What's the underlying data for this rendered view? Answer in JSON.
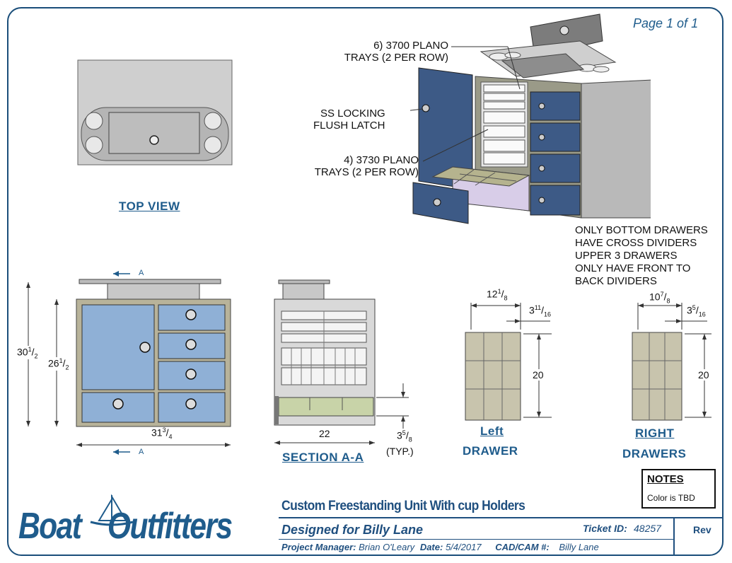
{
  "page": {
    "page_label": "Page 1 of 1"
  },
  "views": {
    "top_view": "TOP VIEW",
    "section": "SECTION A-A",
    "left_drawer_1": "Left",
    "left_drawer_2": "DRAWER",
    "right_drawer_1": "RIGHT",
    "right_drawer_2": "DRAWERS",
    "section_marker": "A"
  },
  "callouts": {
    "trays_3700_l1": "6) 3700 PLANO",
    "trays_3700_l2": "TRAYS (2 PER ROW)",
    "latch_l1": "SS LOCKING",
    "latch_l2": "FLUSH LATCH",
    "trays_3730_l1": "4) 3730 PLANO",
    "trays_3730_l2": "TRAYS (2 PER ROW)",
    "dividers_note": [
      "ONLY BOTTOM DRAWERS",
      "HAVE CROSS DIVIDERS",
      "UPPER 3 DRAWERS",
      "ONLY HAVE FRONT TO",
      "BACK DIVIDERS"
    ]
  },
  "dimensions": {
    "overall_height": {
      "whole": "30",
      "num": "1",
      "den": "2"
    },
    "body_height": {
      "whole": "26",
      "num": "1",
      "den": "2"
    },
    "width": {
      "whole": "31",
      "num": "3",
      "den": "4"
    },
    "depth": "22",
    "drawer_height": {
      "whole": "3",
      "num": "5",
      "den": "8"
    },
    "typ": "(TYP.)",
    "left_drawer_width": {
      "whole": "12",
      "num": "1",
      "den": "8"
    },
    "left_drawer_offset": {
      "whole": "3",
      "num": "11",
      "den": "16"
    },
    "left_drawer_depth": "20",
    "right_drawer_width": {
      "whole": "10",
      "num": "7",
      "den": "8"
    },
    "right_drawer_offset": {
      "whole": "3",
      "num": "5",
      "den": "16"
    },
    "right_drawer_depth": "20"
  },
  "notes": {
    "heading": "NOTES",
    "text": "Color is TBD"
  },
  "title_block": {
    "logo_word1": "Boat",
    "logo_word2": "Outfitters",
    "title": "Custom Freestanding Unit With cup Holders",
    "designed_for": "Designed for Billy Lane",
    "ticket_label": "Ticket ID:",
    "ticket_value": "48257",
    "rev_label": "Rev",
    "pm_label": "Project Manager:",
    "pm_value": "Brian O'Leary",
    "date_label": "Date:",
    "date_value": "5/4/2017",
    "cad_label": "CAD/CAM #:",
    "cad_value": "Billy Lane"
  },
  "colors": {
    "drawer_blue": "#3d5a86",
    "panel_blue": "#8fb0d6",
    "frame": "#b8b39a",
    "accent": "#1f5c8c"
  }
}
